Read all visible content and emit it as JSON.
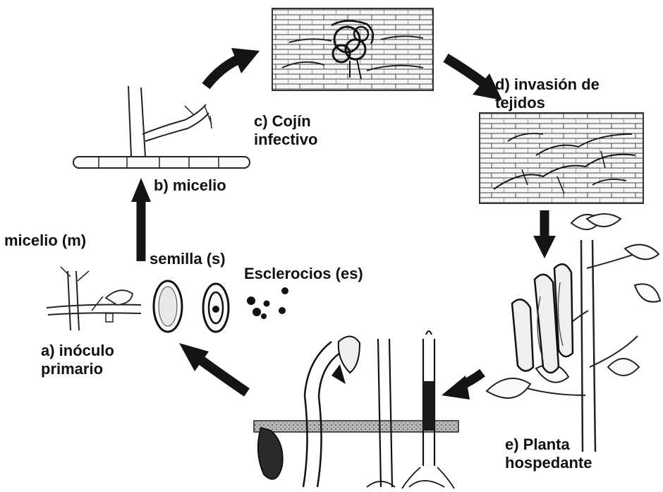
{
  "diagram": {
    "stages": [
      {
        "id": "a",
        "line1": "a) inóculo",
        "line2": "primario"
      },
      {
        "id": "b",
        "line1": "b) micelio"
      },
      {
        "id": "c",
        "line1": "c) Cojín",
        "line2": "infectivo"
      },
      {
        "id": "d",
        "line1": "d) invasión de",
        "line2": "tejidos"
      },
      {
        "id": "e",
        "line1": "e) Planta",
        "line2": "hospedante"
      }
    ],
    "inoculum_labels": {
      "micelio": "micelio (m)",
      "semilla": "semilla (s)",
      "esclerocios": "Esclerocios (es)"
    }
  },
  "colors": {
    "ink": "#111111",
    "arrow": "#141414",
    "tissue": "#f4f4f4",
    "soil": "#8a8a8a"
  }
}
